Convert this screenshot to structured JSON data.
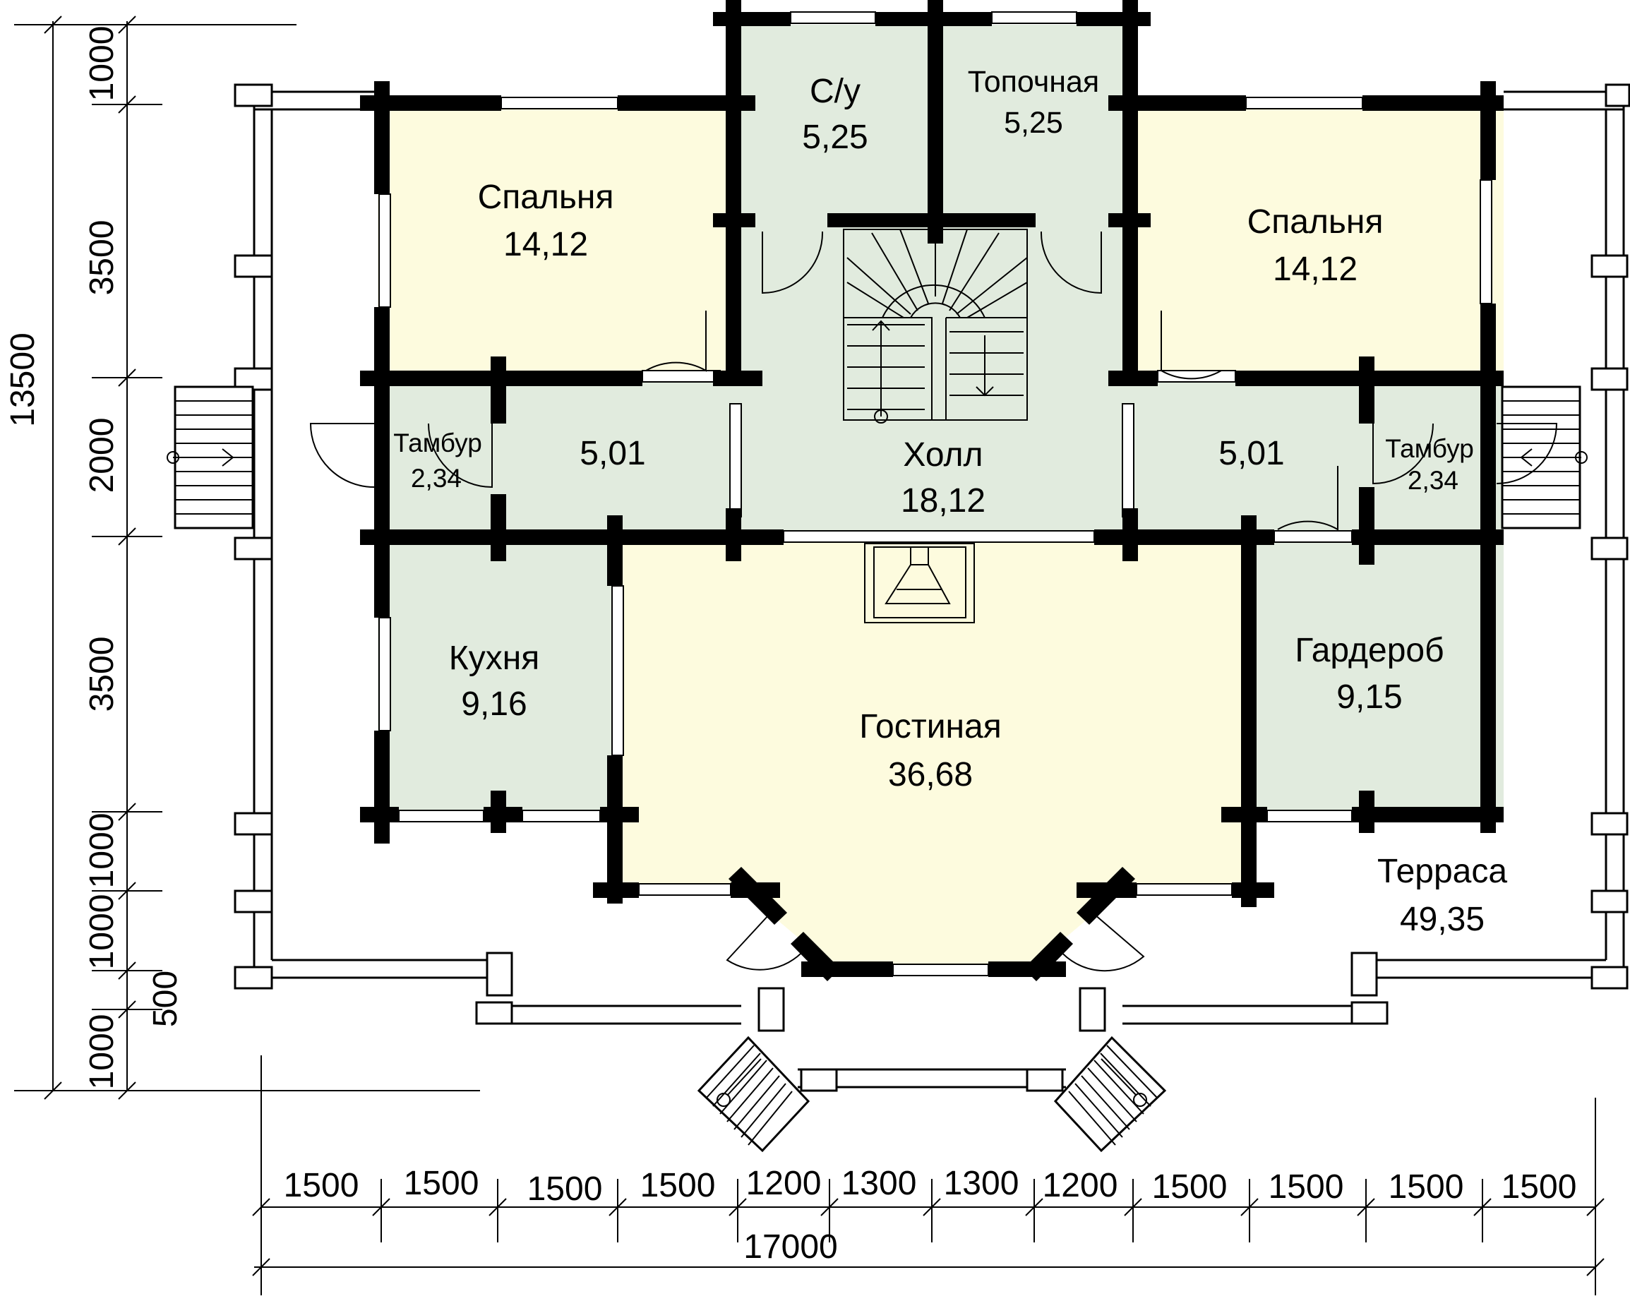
{
  "colors": {
    "living_fill": "#fdfbde",
    "service_fill": "#e1ebde",
    "wall": "#000000"
  },
  "rooms": {
    "su": {
      "name": "С/у",
      "area": "5,25"
    },
    "boiler": {
      "name": "Топочная",
      "area": "5,25"
    },
    "bed_left": {
      "name": "Спальня",
      "area": "14,12"
    },
    "bed_right": {
      "name": "Спальня",
      "area": "14,12"
    },
    "vest_left": {
      "name": "Тамбур",
      "area": "2,34"
    },
    "vest_right": {
      "name": "Тамбур",
      "area": "2,34"
    },
    "room_left": {
      "area": "5,01"
    },
    "room_right": {
      "area": "5,01"
    },
    "hall": {
      "name": "Холл",
      "area": "18,12"
    },
    "kitchen": {
      "name": "Кухня",
      "area": "9,16"
    },
    "living": {
      "name": "Гостиная",
      "area": "36,68"
    },
    "wardrobe": {
      "name": "Гардероб",
      "area": "9,15"
    },
    "terrace": {
      "name": "Терраса",
      "area": "49,35"
    }
  },
  "dimensions": {
    "left_total": "13500",
    "left_segments": [
      "1000",
      "3500",
      "2000",
      "3500",
      "1000",
      "1000",
      "500",
      "1000"
    ],
    "bottom_total": "17000",
    "bottom_segments": [
      "1500",
      "1500",
      "1500",
      "1500",
      "1200",
      "1300",
      "1300",
      "1200",
      "1500",
      "1500",
      "1500",
      "1500"
    ]
  }
}
